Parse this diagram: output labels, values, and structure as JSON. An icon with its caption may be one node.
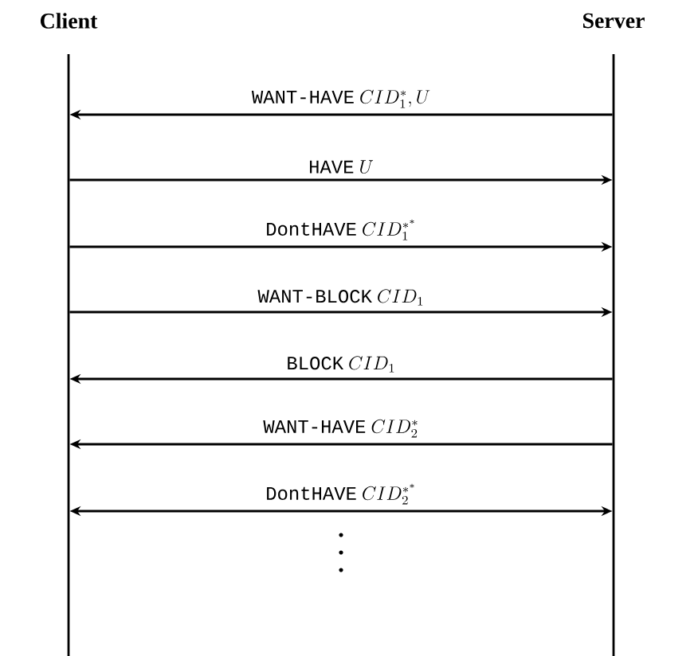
{
  "diagram": {
    "nodes": [
      {
        "text": [
          "Client"
        ]
      },
      {
        "text": [
          "Server"
        ]
      }
    ],
    "edges": [
      {
        "from": 1,
        "to": 0,
        "arrow": "to",
        "label": "\\texttt{WANT-HAVE}\\ CID_1^*,U"
      },
      {
        "from": 0,
        "to": 1,
        "arrow": "to",
        "label": "\\texttt{HAVE}\\ U"
      },
      {
        "from": 0,
        "to": 1,
        "arrow": "to",
        "label": "\\texttt{DontHAVE}\\ CID_1^{*^*}"
      },
      {
        "from": 0,
        "to": 1,
        "arrow": "to",
        "label": "\\texttt{WANT-BLOCK}\\ CID_1"
      },
      {
        "from": 1,
        "to": 0,
        "arrow": "to",
        "label": "\\texttt{BLOCK}\\ CID_1"
      },
      {
        "from": 1,
        "to": 0,
        "arrow": "to",
        "label": "\\texttt{WANT-HAVE}\\ CID_2^*"
      },
      {
        "from": 0,
        "to": 1,
        "arrow": "both",
        "label": "\\texttt{DontHAVE}\\ CID_2^{*^*}"
      }
    ]
  }
}
